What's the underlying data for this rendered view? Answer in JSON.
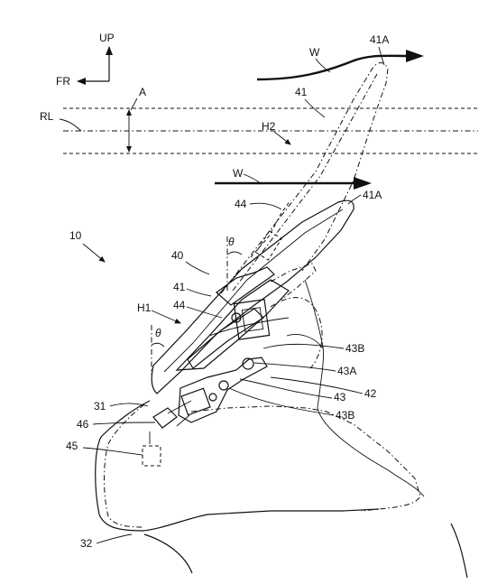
{
  "labels": {
    "up": "UP",
    "fr": "FR",
    "a": "A",
    "rl": "RL",
    "w_top": "W",
    "w_mid": "W",
    "ref_41a_top": "41A",
    "ref_41a_mid": "41A",
    "ref_41_top": "41",
    "ref_41_mid": "41",
    "h2": "H2",
    "h1": "H1",
    "ref_44_top": "44",
    "ref_44_mid": "44",
    "theta_top": "θ",
    "theta_left": "θ",
    "ref_10": "10",
    "ref_40": "40",
    "ref_43b_top": "43B",
    "ref_43a": "43A",
    "ref_43": "43",
    "ref_42": "42",
    "ref_43b_bottom": "43B",
    "ref_31": "31",
    "ref_46": "46",
    "ref_45": "45",
    "ref_32": "32"
  }
}
